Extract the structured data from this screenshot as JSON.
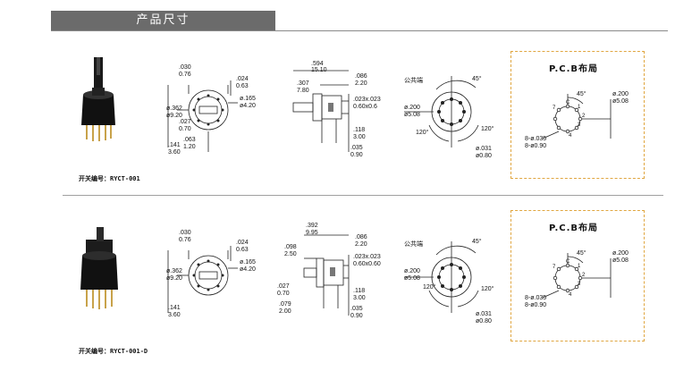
{
  "header": {
    "title": "产品尺寸"
  },
  "products": [
    {
      "caption": "开关编号：RYCT-001",
      "front": {
        "d1a": ".030",
        "d1b": "0.76",
        "d2a": ".024",
        "d2b": "0.63",
        "d3a": "ø.165",
        "d3b": "ø4.20",
        "d4a": "ø.362",
        "d4b": "ø9.20",
        "d5a": ".027",
        "d5b": "0.70",
        "d6a": ".141",
        "d6b": "3.60",
        "d7a": ".063",
        "d7b": "1.20"
      },
      "side": {
        "d1a": ".594",
        "d1b": "15.10",
        "d2a": ".307",
        "d2b": "7.80",
        "d3a": ".086",
        "d3b": "2.20",
        "d4a": ".023x.023",
        "d4b": "0.60x0.6",
        "d5a": ".118",
        "d5b": "3.00",
        "d6a": ".035",
        "d6b": "0.90"
      },
      "bottom": {
        "common": "公共端",
        "angle1": "45°",
        "angle2": "120°",
        "angle3": "120°",
        "d1a": "ø.200",
        "d1b": "ø5.08",
        "d2a": "ø.031",
        "d2b": "ø0.80"
      },
      "pcb": {
        "title": "P.C.B布局",
        "angle": "45°",
        "d1a": "ø.200",
        "d1b": "ø5.08",
        "d2a": "8-ø.035",
        "d2b": "8-ø0.90",
        "pins": [
          "C",
          "1",
          "2",
          "3",
          "4",
          "7"
        ]
      }
    },
    {
      "caption": "开关编号：RYCT-001-D",
      "front": {
        "d1a": ".030",
        "d1b": "0.76",
        "d2a": ".024",
        "d2b": "0.63",
        "d3a": "ø.165",
        "d3b": "ø4.20",
        "d4a": "ø.362",
        "d4b": "ø9.20",
        "d6a": ".141",
        "d6b": "3.60"
      },
      "side": {
        "d1a": ".392",
        "d1b": "9.95",
        "d2a": ".098",
        "d2b": "2.50",
        "d3a": ".086",
        "d3b": "2.20",
        "d4a": ".023x.023",
        "d4b": "0.60x0.60",
        "d5a": ".118",
        "d5b": "3.00",
        "d6a": ".035",
        "d6b": "0.90",
        "d7a": ".027",
        "d7b": "0.70",
        "d8a": ".079",
        "d8b": "2.00"
      },
      "bottom": {
        "common": "公共端",
        "angle1": "45°",
        "angle2": "120°",
        "angle3": "120°",
        "d1a": "ø.200",
        "d1b": "ø5.08",
        "d2a": "ø.031",
        "d2b": "ø0.80"
      },
      "pcb": {
        "title": "P.C.B布局",
        "angle": "45°",
        "d1a": "ø.200",
        "d1b": "ø5.08",
        "d2a": "8-ø.035",
        "d2b": "8-ø0.90",
        "pins": [
          "C",
          "1",
          "2",
          "3",
          "4",
          "7"
        ]
      }
    }
  ]
}
